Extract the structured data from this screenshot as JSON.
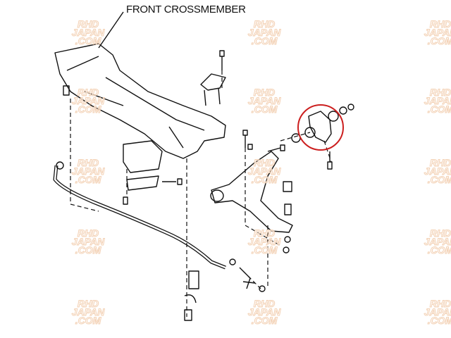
{
  "diagram": {
    "label": "FRONT CROSSMEMBER",
    "highlight_color": "#cc1f1f",
    "line_color": "#111111"
  },
  "watermark": {
    "line1": "RHD",
    "line2": "JAPAN",
    "line3": ".COM",
    "color": "#f1c9a8"
  }
}
